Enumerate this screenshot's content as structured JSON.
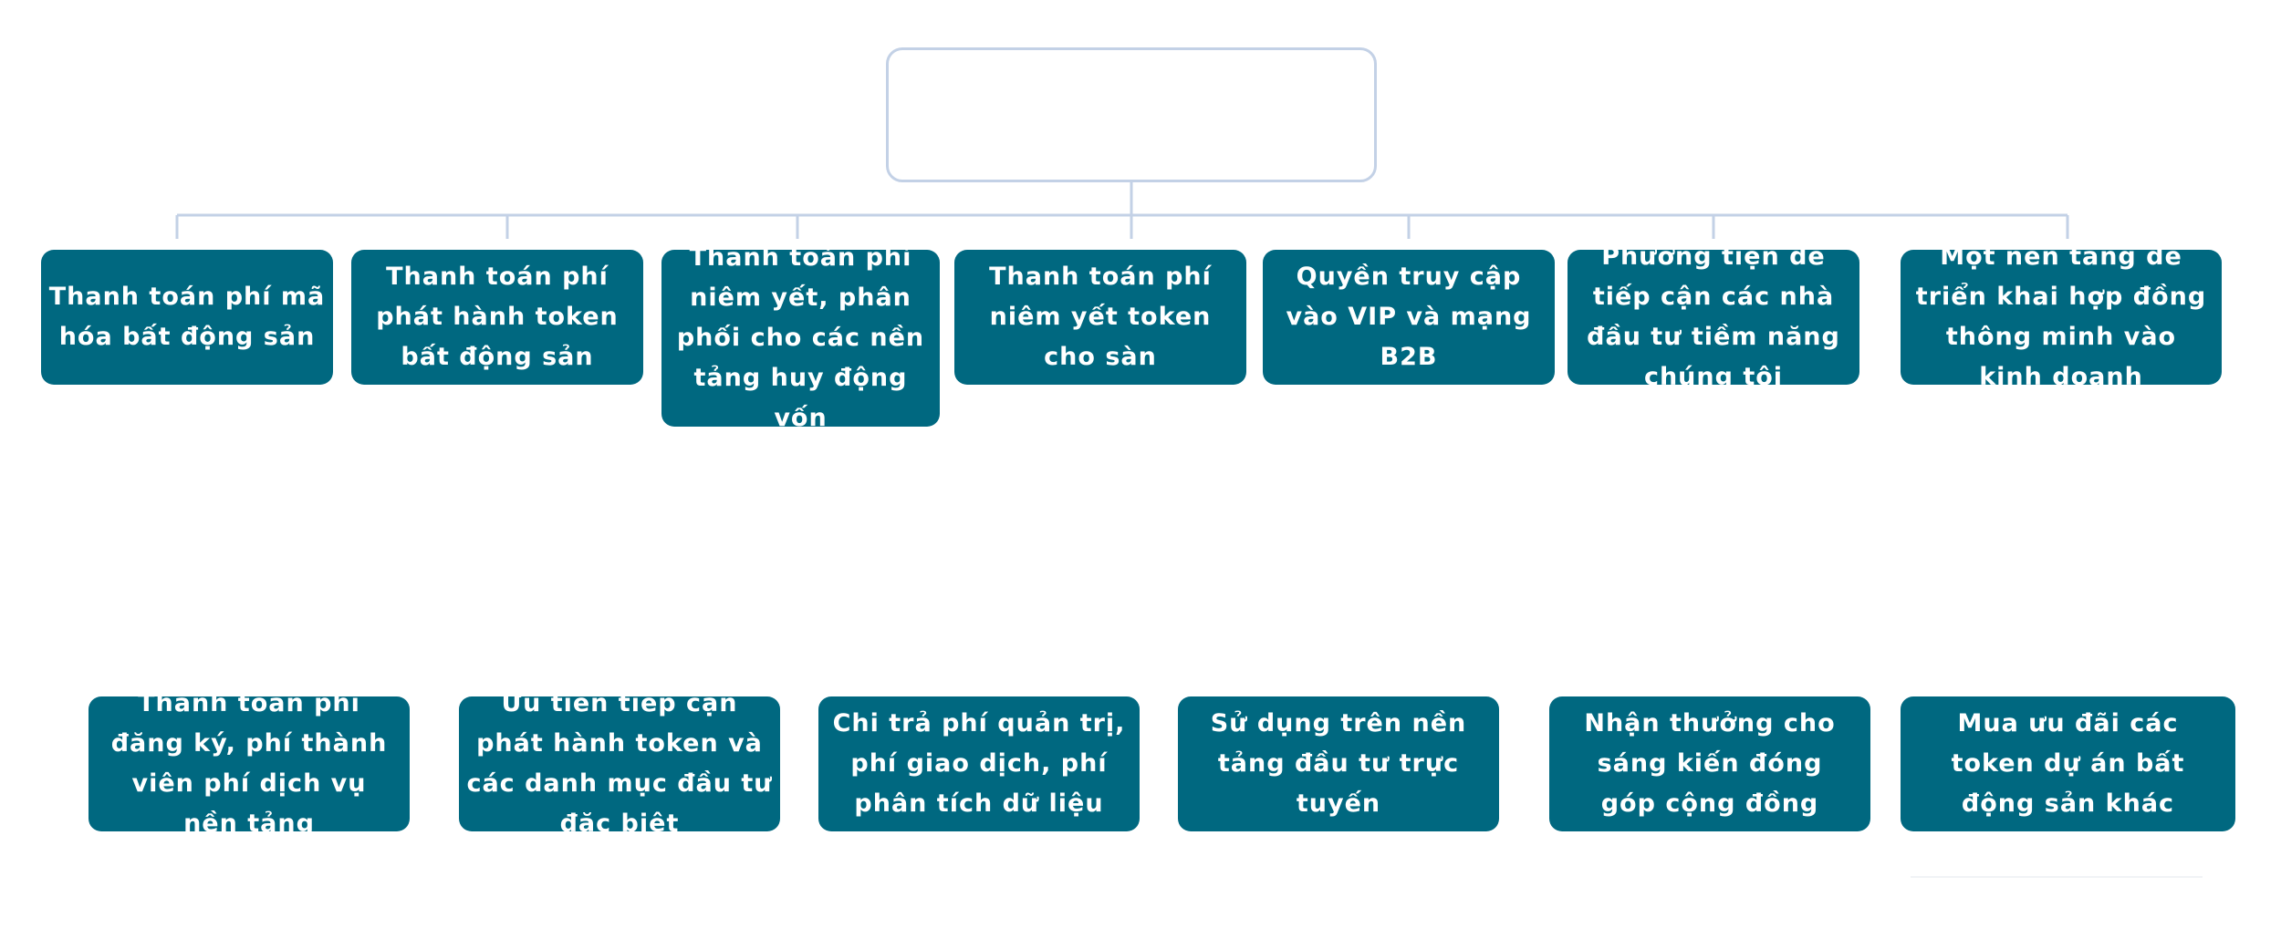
{
  "root": {
    "label": ""
  },
  "top_row": [
    {
      "label": "Thanh toán phí mã hóa bất động sản"
    },
    {
      "label": "Thanh toán phí phát hành token bất động sản"
    },
    {
      "label": "Thanh toán phí niêm yết, phân phối cho các nền tảng huy động vốn"
    },
    {
      "label": "Thanh toán phí niêm yết token cho sàn"
    },
    {
      "label": "Quyền truy cập vào VIP và mạng B2B"
    },
    {
      "label": "Phương tiện để tiếp cận các nhà đầu tư tiềm năng chúng tôi"
    },
    {
      "label": "Một nền tảng để triển khai hợp đồng thông minh vào kinh doanh"
    }
  ],
  "bottom_row": [
    {
      "label": "Thanh toán phí đăng ký, phí thành viên phí dịch vụ nền tảng"
    },
    {
      "label": "Ưu tiên tiếp cận phát hành token và các danh mục đầu tư đặc biệt"
    },
    {
      "label": "Chi trả phí quản trị, phí giao dịch, phí phân tích dữ liệu"
    },
    {
      "label": "Sử dụng trên nền tảng đầu tư trực tuyến"
    },
    {
      "label": "Nhận thưởng cho sáng kiến đóng góp cộng đồng"
    },
    {
      "label": "Mua ưu đãi các token dự án bất động sản khác"
    }
  ],
  "colors": {
    "node_fill": "#006880",
    "node_text": "#ffffff",
    "connector": "#c3d1e6"
  }
}
